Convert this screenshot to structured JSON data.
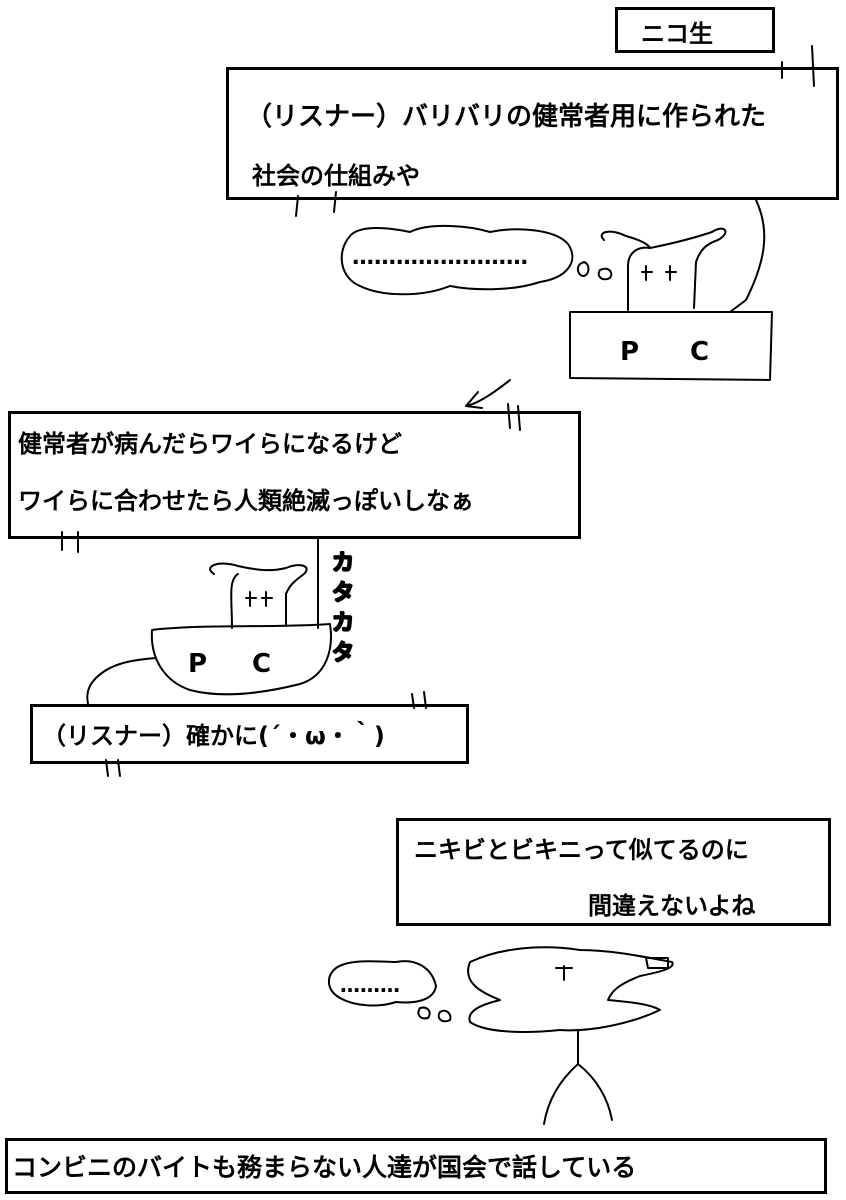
{
  "title_box": {
    "text": "ニコ生"
  },
  "panel1": {
    "line1": "（リスナー）バリバリの健常者用に作られた",
    "line2": "社会の仕組みや",
    "thought": "……………………",
    "pc_label_p": "P",
    "pc_label_c": "C"
  },
  "panel2": {
    "line1": "健常者が病んだらワイらになるけど",
    "line2": "ワイらに合わせたら人類絶滅っぽいしなぁ",
    "pc_label_p": "P",
    "pc_label_c": "C",
    "sfx": "カタカタ"
  },
  "panel3": {
    "line1": "（リスナー）確かに(´・ω・｀)"
  },
  "panel4": {
    "line1": "ニキビとビキニって似てるのに",
    "line2": "間違えないよね",
    "thought": "………"
  },
  "caption": {
    "text": "コンビニのバイトも務まらない人達が国会で話している"
  }
}
